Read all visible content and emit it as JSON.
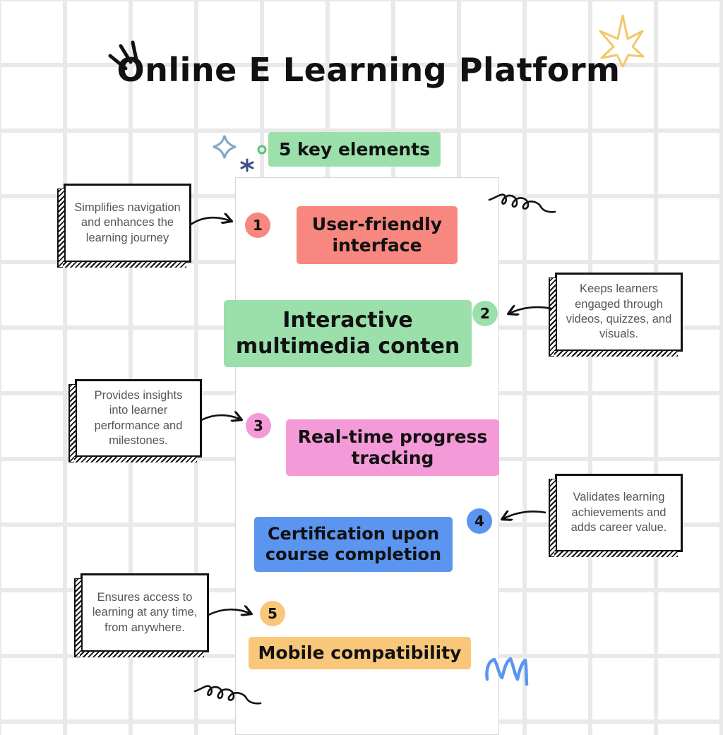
{
  "title": "Online E Learning Platform",
  "subtitle": "5 key elements",
  "colors": {
    "red": "#f7877f",
    "green": "#9bdfaa",
    "pink": "#f49ad8",
    "blue": "#5b95f0",
    "orange": "#f9c77a"
  },
  "elements": [
    {
      "number": "1",
      "label": "User-friendly interface",
      "note": "Simplifies navigation and enhances the learning journey"
    },
    {
      "number": "2",
      "label": "Interactive multimedia conten",
      "note": "Keeps learners engaged through videos, quizzes, and visuals."
    },
    {
      "number": "3",
      "label": "Real-time progress tracking",
      "note": "Provides insights into learner performance and milestones."
    },
    {
      "number": "4",
      "label": "Certification upon course completion",
      "note": "Validates learning achievements and adds career value."
    },
    {
      "number": "5",
      "label": "Mobile compatibility",
      "note": "Ensures access to learning at any time, from anywhere."
    }
  ]
}
